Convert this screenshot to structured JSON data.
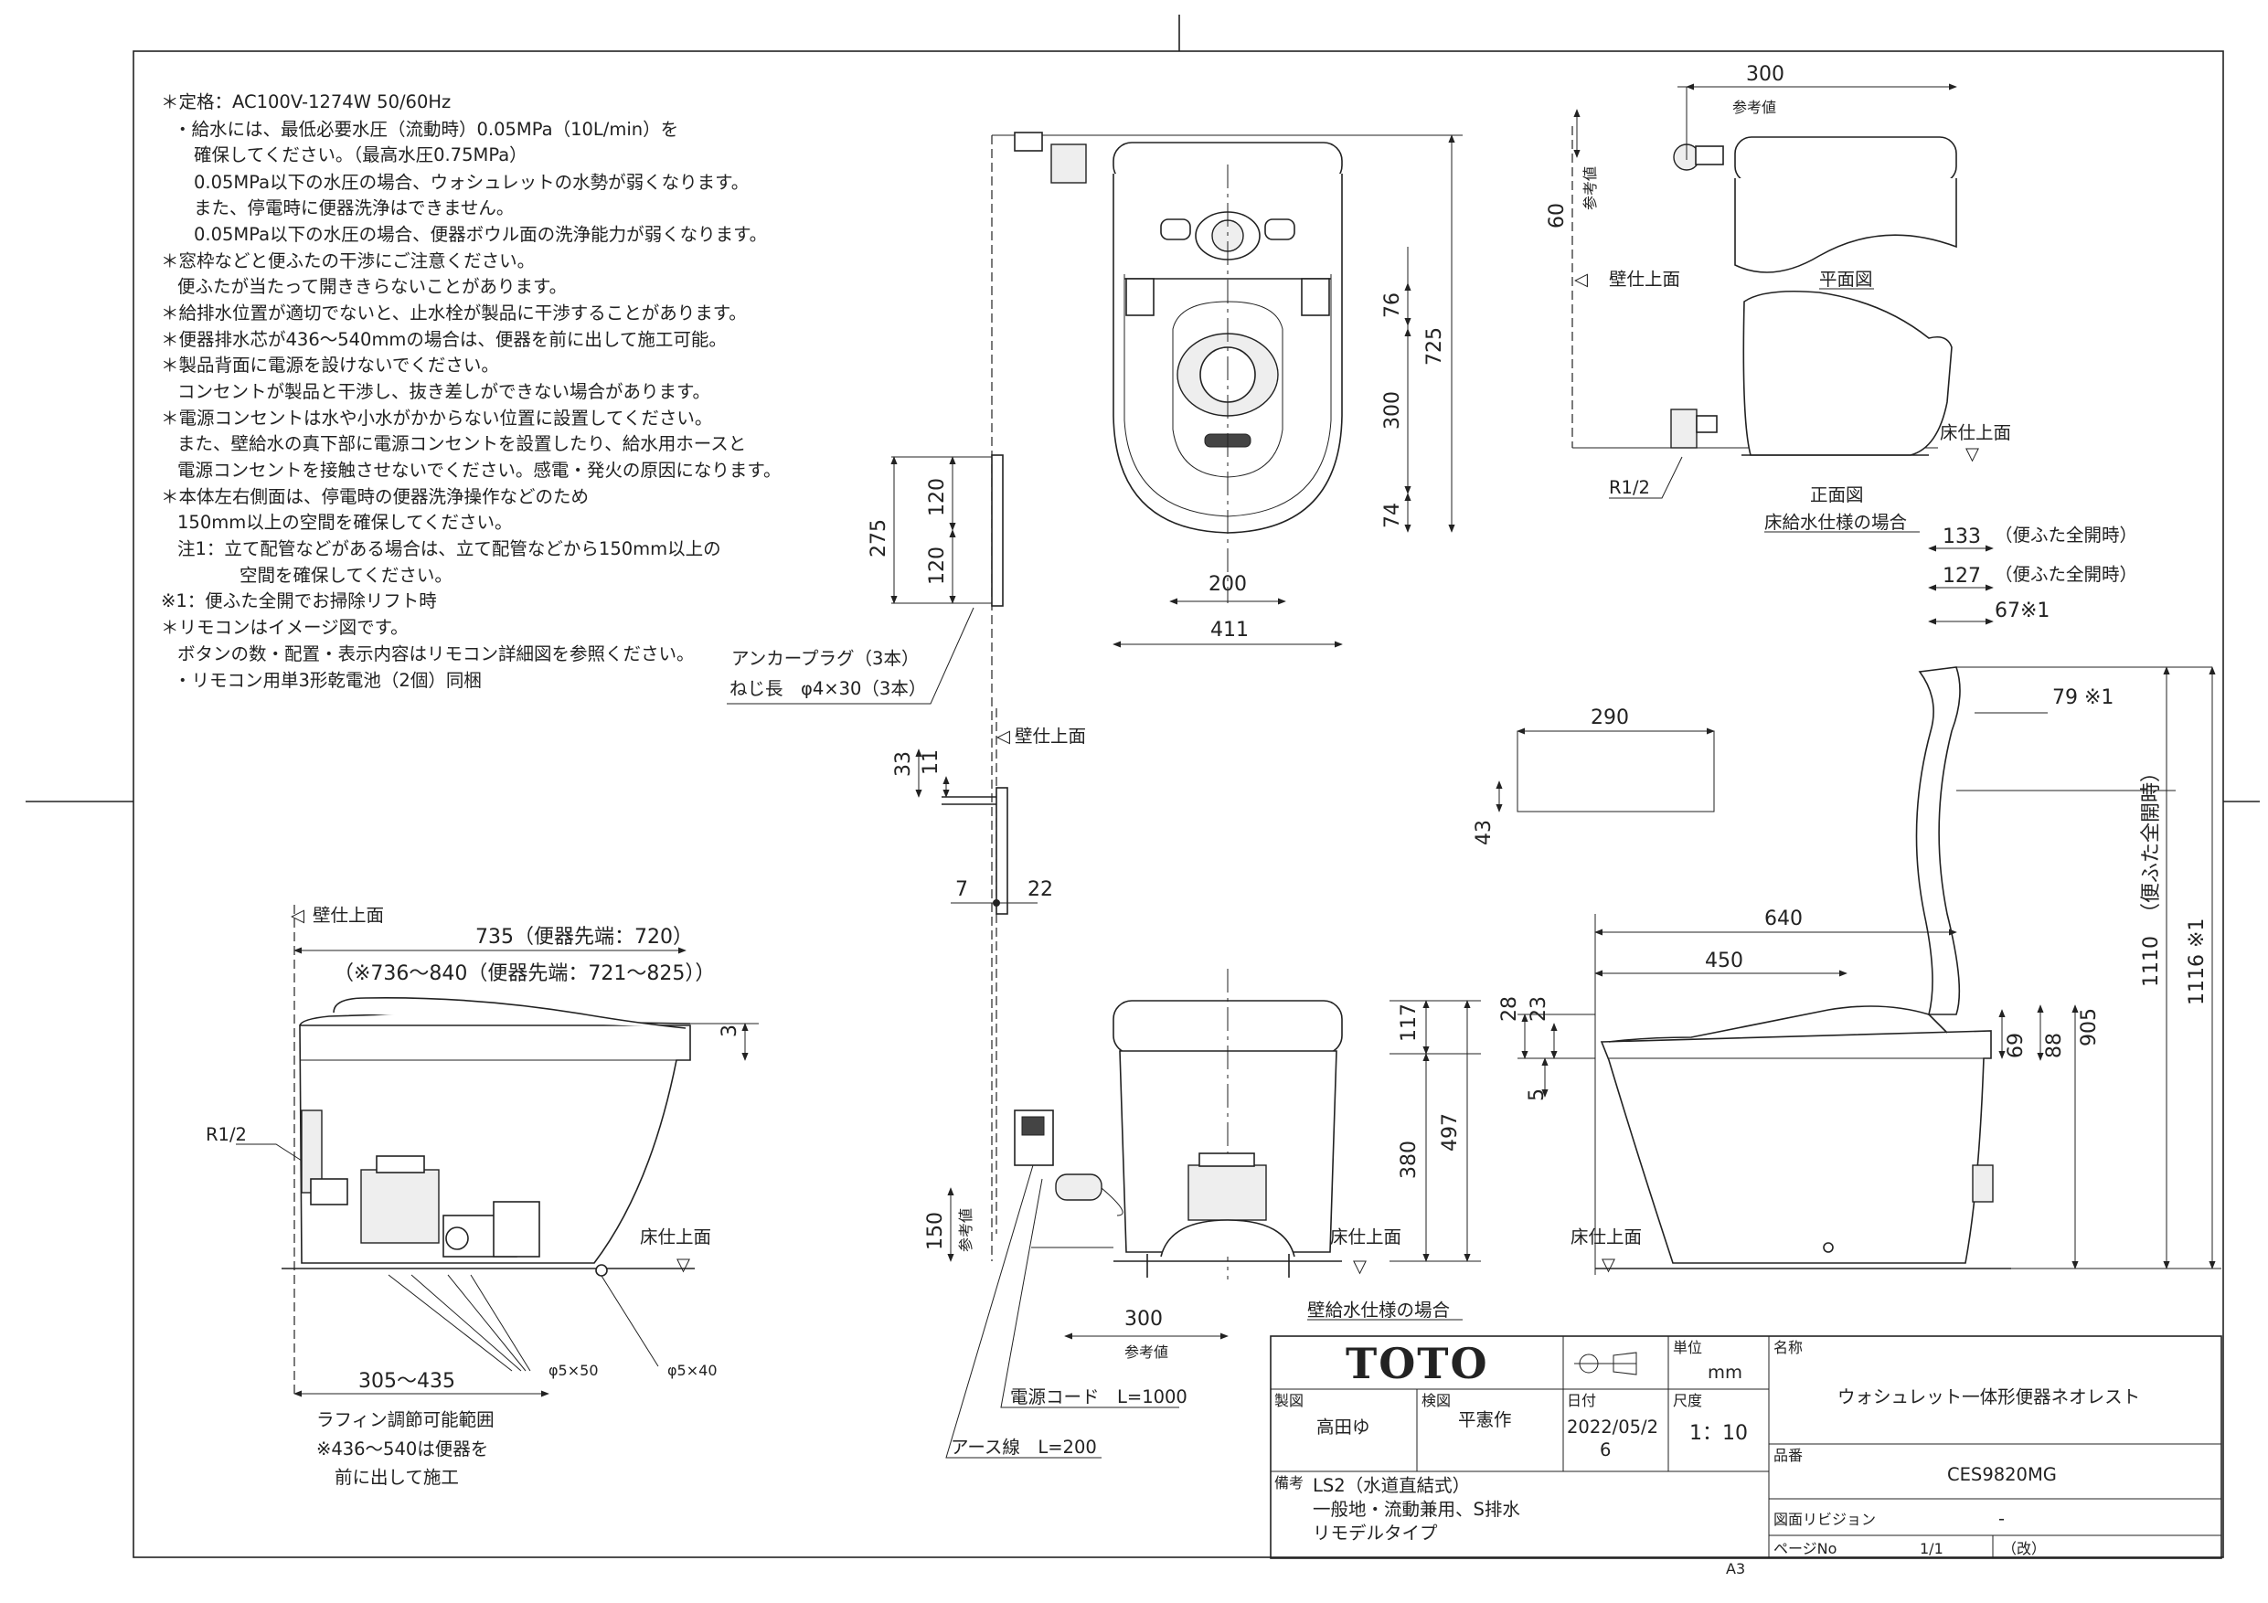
{
  "notes": [
    "＊定格：AC100V-1274W 50/60Hz",
    "・給水には、最低必要水圧（流動時）0.05MPa（10L/min）を",
    "確保してください。（最高水圧0.75MPa）",
    "0.05MPa以下の水圧の場合、ウォシュレットの水勢が弱くなります。",
    "また、停電時に便器洗浄はできません。",
    "0.05MPa以下の水圧の場合、便器ボウル面の洗浄能力が弱くなります。",
    "＊窓枠などと便ふたの干渉にご注意ください。",
    "便ふたが当たって開ききらないことがあります。",
    "＊給排水位置が適切でないと、止水栓が製品に干渉することがあります。",
    "＊便器排水芯が436〜540mmの場合は、便器を前に出して施工可能。",
    "＊製品背面に電源を設けないでください。",
    "コンセントが製品と干渉し、抜き差しができない場合があります。",
    "＊電源コンセントは水や小水がかからない位置に設置してください。",
    "また、壁給水の真下部に電源コンセントを設置したり、給水用ホースと",
    "電源コンセントを接触させないでください。感電・発火の原因になります。",
    "＊本体左右側面は、停電時の便器洗浄操作などのため",
    "150mm以上の空間を確保してください。",
    "注1：立て配管などがある場合は、立て配管などから150mm以上の",
    "空間を確保してください。",
    "※1：便ふた全開でお掃除リフト時",
    "＊リモコンはイメージ図です。",
    "ボタンの数・配置・表示内容はリモコン詳細図を参照ください。",
    "・リモコン用単3形乾電池（2個）同梱"
  ],
  "labels": {
    "wall_surface": "壁仕上面",
    "floor_surface": "床仕上面",
    "plan_view": "平面図",
    "front_view": "正面図",
    "floor_supply": "床給水仕様の場合",
    "wall_supply": "壁給水仕様の場合",
    "reference": "参考値",
    "r12": "R1/2",
    "anchor1": "アンカープラグ（3本）",
    "anchor2": "ねじ長　φ4×30（3本）",
    "power_cord": "電源コード　L=1000",
    "earth_wire": "アース線　L=200",
    "phi5x50": "φ5×50",
    "phi5x40": "φ5×40",
    "raffin1": "ラフィン調節可能範囲",
    "raffin2": "※436〜540は便器を",
    "raffin3": "前に出して施工",
    "lid_full_open": "（便ふた全開時）",
    "lid_full_open_v": "（便ふた全開時）",
    "side_735": "735（便器先端：720）",
    "side_736": "（※736〜840（便器先端：721〜825））"
  },
  "dims": {
    "d300a": "300",
    "d60": "60",
    "d76": "76",
    "d725": "725",
    "d300b": "300",
    "d74": "74",
    "d275": "275",
    "d120a": "120",
    "d120b": "120",
    "d200": "200",
    "d411": "411",
    "d133": "133",
    "d127": "127",
    "d67": "67※1",
    "d79": "79 ※1",
    "d290": "290",
    "d43": "43",
    "d33": "33",
    "d11": "11",
    "d7": "7",
    "d22": "22",
    "d3": "3",
    "d640": "640",
    "d450": "450",
    "d28": "28",
    "d23": "23",
    "d5": "5",
    "d69": "69",
    "d88": "88",
    "d905": "905",
    "d1110": "1110",
    "d1116": "1116 ※1",
    "d117": "117",
    "d497": "497",
    "d380": "380",
    "d150": "150",
    "d300c": "300",
    "d305": "305〜435"
  },
  "title_block": {
    "brand": "TOTO",
    "unit_label": "単位",
    "unit": "mm",
    "drawn_label": "製図",
    "drawn": "高田ゆ",
    "check_label": "検図",
    "check": "平憲作",
    "date_label": "日付",
    "date1": "2022/05/2",
    "date2": "6",
    "scale_label": "尺度",
    "scale": "1：10",
    "name_label": "名称",
    "name": "ウォシュレット一体形便器ネオレスト",
    "code_label": "品番",
    "code": "CES9820MG",
    "remark_label": "備考",
    "remark1": "LS2（水道直結式）",
    "remark2": "一般地・流動兼用、S排水",
    "remark3": "リモデルタイプ",
    "rev_label": "図面リビジョン",
    "rev": "-",
    "page_label": "ページNo",
    "page": "1/1",
    "page_mark": "（改）",
    "sheet": "A3"
  }
}
